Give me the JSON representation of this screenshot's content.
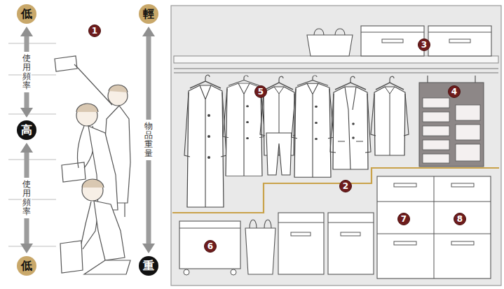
{
  "diagram": {
    "nodes": [
      {
        "text": [
          "低"
        ]
      },
      {
        "text": [
          "高"
        ]
      },
      {
        "text": [
          "低"
        ]
      },
      {
        "text": [
          "輕"
        ]
      },
      {
        "text": [
          "重"
        ]
      }
    ],
    "edges": [
      {
        "from": 0,
        "to": 1,
        "arrow": "both",
        "label": "使用頻率"
      },
      {
        "from": 1,
        "to": 2,
        "arrow": "both",
        "label": "使用頻率"
      },
      {
        "from": 3,
        "to": 4,
        "arrow": "both",
        "label": "物品重量"
      }
    ],
    "labels": [
      "1",
      "2",
      "3",
      "4",
      "5",
      "6",
      "7",
      "8"
    ]
  }
}
